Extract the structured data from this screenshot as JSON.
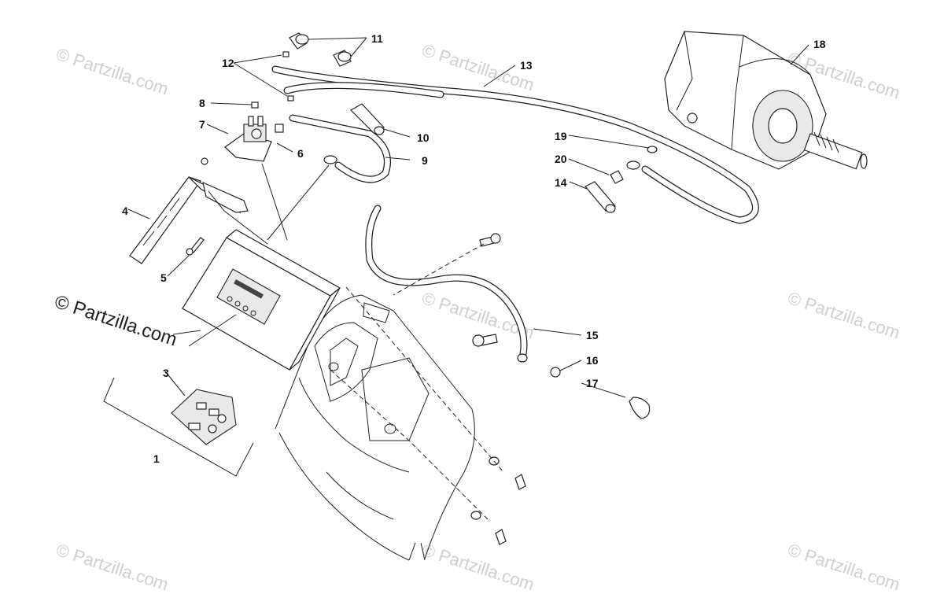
{
  "watermarks": {
    "main": "© Partzilla.com",
    "faint": "© Partzilla.com"
  },
  "callouts": [
    {
      "id": "1",
      "label": "1"
    },
    {
      "id": "3",
      "label": "3"
    },
    {
      "id": "4",
      "label": "4"
    },
    {
      "id": "5",
      "label": "5"
    },
    {
      "id": "6",
      "label": "6"
    },
    {
      "id": "7",
      "label": "7"
    },
    {
      "id": "8",
      "label": "8"
    },
    {
      "id": "9",
      "label": "9"
    },
    {
      "id": "10",
      "label": "10"
    },
    {
      "id": "11",
      "label": "11"
    },
    {
      "id": "12",
      "label": "12"
    },
    {
      "id": "13",
      "label": "13"
    },
    {
      "id": "14",
      "label": "14"
    },
    {
      "id": "15",
      "label": "15"
    },
    {
      "id": "16",
      "label": "16"
    },
    {
      "id": "17",
      "label": "17"
    },
    {
      "id": "18",
      "label": "18"
    },
    {
      "id": "19",
      "label": "19"
    },
    {
      "id": "20",
      "label": "20"
    }
  ]
}
